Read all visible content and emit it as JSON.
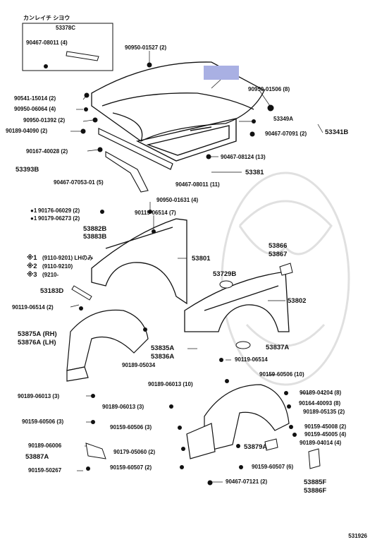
{
  "header": {
    "kanji_label": "カンレイチ シヨウ",
    "box_part": "53378C",
    "box_item": "90467-08011 (4)"
  },
  "callouts": {
    "p1": "90950-01527 (2)",
    "p2": "90541-15014 (2)",
    "p3": "90950-06064 (4)",
    "p4": "90950-01392 (2)",
    "p5": "90189-04090 (2)",
    "p6": "90167-40028 (2)",
    "p7": "53393B",
    "p8": "90467-07053-01 (5)",
    "p9": "90950-01506 (8)",
    "p10": "53349A",
    "p11": "90467-07091 (2)",
    "p12": "53341B",
    "p13": "90467-08124 (13)",
    "p14": "53381",
    "p15": "90467-08011 (11)",
    "p16": "90950-01631 (4)",
    "p17": "90119-06514 (7)",
    "p18": "90176-06029 (2)",
    "p19": "90179-06273 (2)",
    "p20": "53882B",
    "p21": "53883B",
    "p22": "53801",
    "p23": "53866",
    "p24": "53867",
    "p25": "(9110-9201) LHのみ",
    "p26": "(9110-9210)",
    "p27": "(9210-",
    "p28": "53183D",
    "p29": "53729B",
    "p30": "53802",
    "p31": "90119-06514 (2)",
    "p32": "53875A (RH)",
    "p33": "53876A (LH)",
    "p34": "53835A",
    "p35": "53836A",
    "p36": "53837A",
    "p37": "90189-05034",
    "p38": "90119-06514",
    "p39": "90159-60506 (10)",
    "p40": "90189-06013 (10)",
    "p41": "90189-04204 (8)",
    "p42": "90189-06013 (3)",
    "p43": "90189-06013 (3)",
    "p44": "90164-40093 (8)",
    "p45": "90189-05135 (2)",
    "p46": "90159-60506 (3)",
    "p47": "90159-60506 (3)",
    "p48": "90159-45008 (2)",
    "p49": "90159-45005 (4)",
    "p50": "90189-06006",
    "p51": "90179-05060 (2)",
    "p52": "53879A",
    "p53": "90189-04014 (4)",
    "p54": "53887A",
    "p55": "90159-60507 (2)",
    "p56": "90159-60507 (6)",
    "p57": "90159-50267",
    "p58": "90467-07121 (2)",
    "p59": "53885F",
    "p60": "53886F"
  },
  "marks": {
    "m1": "※1",
    "m2": "※2",
    "m3": "※3",
    "d1": "●1",
    "d2": "●1"
  },
  "footer": {
    "ref": "531926"
  }
}
